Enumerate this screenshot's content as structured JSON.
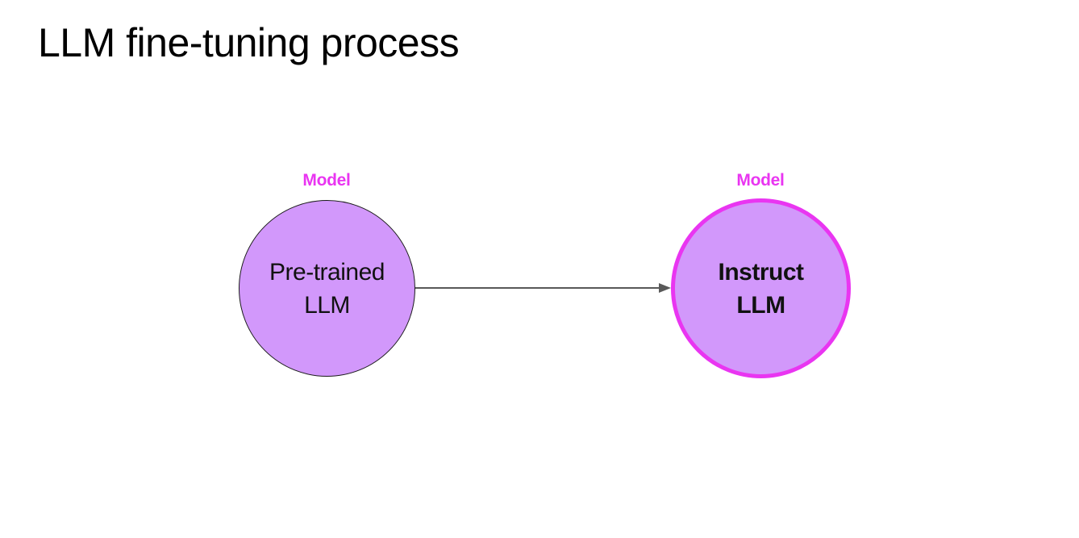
{
  "slide": {
    "title": "LLM fine-tuning process"
  },
  "nodes": {
    "pretrained": {
      "category": "Model",
      "line1": "Pre-trained",
      "line2": "LLM"
    },
    "instruct": {
      "category": "Model",
      "line1": "Instruct",
      "line2": "LLM"
    }
  },
  "colors": {
    "accent": "#e935f1",
    "node_fill": "#d298fb",
    "arrow": "#595959"
  },
  "connectors": [
    {
      "from": "pretrained",
      "to": "instruct",
      "icon": "arrow-right-icon"
    }
  ]
}
